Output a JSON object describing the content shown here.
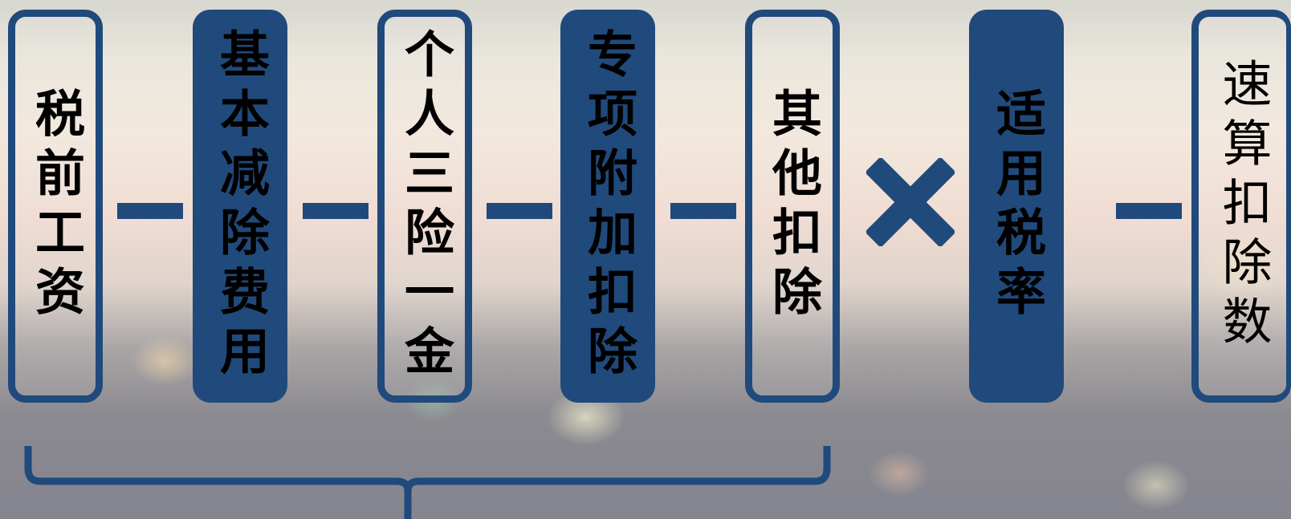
{
  "formula": {
    "terms": [
      {
        "id": "pre_tax_salary",
        "label": "税前工资",
        "style": "outline"
      },
      {
        "id": "basic_deduction",
        "label": "基本减除费用",
        "style": "filled"
      },
      {
        "id": "social_insurance",
        "label": "个人三险一金",
        "style": "outline"
      },
      {
        "id": "special_additional_deduction",
        "label": "专项附加扣除",
        "style": "filled"
      },
      {
        "id": "other_deduction",
        "label": "其他扣除",
        "style": "outline"
      },
      {
        "id": "applicable_tax_rate",
        "label": "适用税率",
        "style": "filled"
      },
      {
        "id": "quick_deduction",
        "label": "速算扣除数",
        "style": "outline"
      }
    ],
    "operators": [
      "minus",
      "minus",
      "minus",
      "minus",
      "times",
      "minus"
    ]
  },
  "colors": {
    "accent": "#204a7c",
    "text": "#000000"
  }
}
